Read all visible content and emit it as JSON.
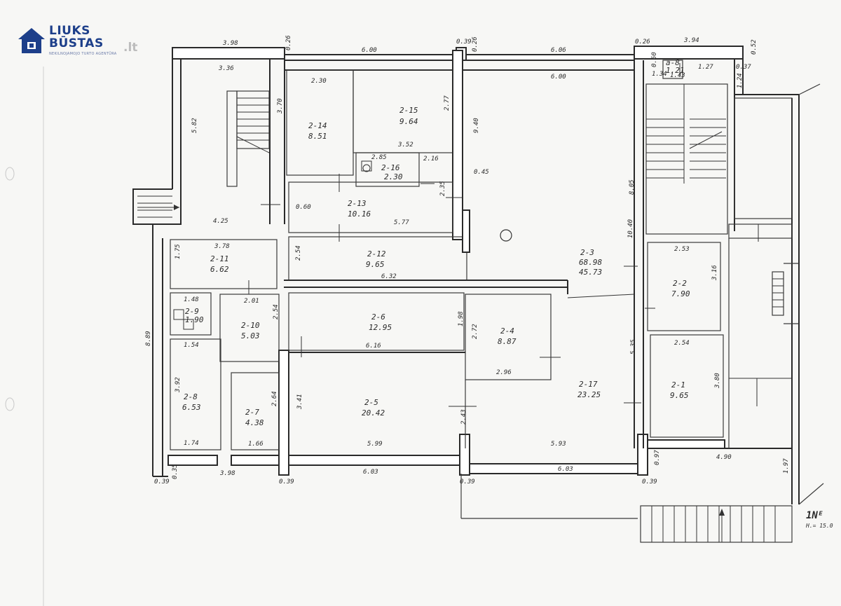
{
  "brand": {
    "line1": "LIUKS",
    "line2": "BŪSTAS",
    "domain": ".lt",
    "tagline": "NEKILNOJAMOJO TURTO AGENTŪRA"
  },
  "stamp": {
    "main": "1Nᴱ",
    "sub": "H.= 15.0"
  },
  "rooms": [
    {
      "id": "2-1",
      "area": "9.65"
    },
    {
      "id": "2-2",
      "area": "7.90"
    },
    {
      "id": "2-3",
      "area": "68.98"
    },
    {
      "id": "2-3b",
      "area": "45.73"
    },
    {
      "id": "2-4",
      "area": "8.87"
    },
    {
      "id": "2-5",
      "area": "20.42"
    },
    {
      "id": "2-6",
      "area": "12.95"
    },
    {
      "id": "2-7",
      "area": "4.38"
    },
    {
      "id": "2-8",
      "area": "6.53"
    },
    {
      "id": "2-9",
      "area": "1.90"
    },
    {
      "id": "2-10",
      "area": "5.03"
    },
    {
      "id": "2-11",
      "area": "6.62"
    },
    {
      "id": "2-12",
      "area": "9.65"
    },
    {
      "id": "2-13",
      "area": "10.16"
    },
    {
      "id": "2-14",
      "area": "8.51"
    },
    {
      "id": "2-15",
      "area": "9.64"
    },
    {
      "id": "2-16",
      "area": "2.30"
    },
    {
      "id": "2-17",
      "area": "23.25"
    },
    {
      "id": "a-8",
      "area": "1.21"
    }
  ],
  "dimensions": {
    "d_398_top": "3.98",
    "d_026_a": "0.26",
    "d_600_top": "6.00",
    "d_039_top": "0.39",
    "d_026_b": "0.26",
    "d_606": "6.06",
    "d_026_c": "0.26",
    "d_394": "3.94",
    "d_052": "0.52",
    "d_336": "3.36",
    "d_230": "2.30",
    "d_600_inner": "6.00",
    "d_370": "3.70",
    "d_277": "2.77",
    "d_940": "9.40",
    "d_582": "5.82",
    "d_352": "3.52",
    "d_285": "2.85",
    "d_216": "2.16",
    "d_045": "0.45",
    "d_805": "8.05",
    "d_060": "0.60",
    "d_425": "4.25",
    "d_235": "2.35",
    "d_577": "5.77",
    "d_378": "3.78",
    "d_175": "1.75",
    "d_254_a": "2.54",
    "d_632": "6.32",
    "d_1040": "10.40",
    "d_253": "2.53",
    "d_316": "3.16",
    "d_148": "1.48",
    "d_201": "2.01",
    "d_254_b": "2.54",
    "d_198": "1.98",
    "d_272": "2.72",
    "d_889": "8.89",
    "d_154": "1.54",
    "d_616": "6.16",
    "d_535": "5.35",
    "d_254_c": "2.54",
    "d_296": "2.96",
    "d_392": "3.92",
    "d_341": "3.41",
    "d_264": "2.64",
    "d_243": "2.43",
    "d_380": "3.80",
    "d_174": "1.74",
    "d_166": "1.66",
    "d_599": "5.99",
    "d_593": "5.93",
    "d_039_l": "0.39",
    "d_035": "0.35",
    "d_398_bot": "3.98",
    "d_039_m": "0.39",
    "d_603_a": "6.03",
    "d_039_n": "0.39",
    "d_603_b": "6.03",
    "d_039_o": "0.39",
    "d_097": "0.97",
    "d_490": "4.90",
    "d_197": "1.97",
    "d_127": "1.27",
    "d_037": "0.37",
    "d_124": "1.24",
    "d_050": "0.50",
    "d_134": "1.34",
    "d_143": "1.43"
  },
  "icons": {
    "logo": "house-logo-icon",
    "toilet": "toilet-icon",
    "column": "column-circle-icon"
  },
  "colors": {
    "brand_blue": "#1d3f8a",
    "line": "#2a2a2a",
    "paper": "#f7f7f5"
  }
}
